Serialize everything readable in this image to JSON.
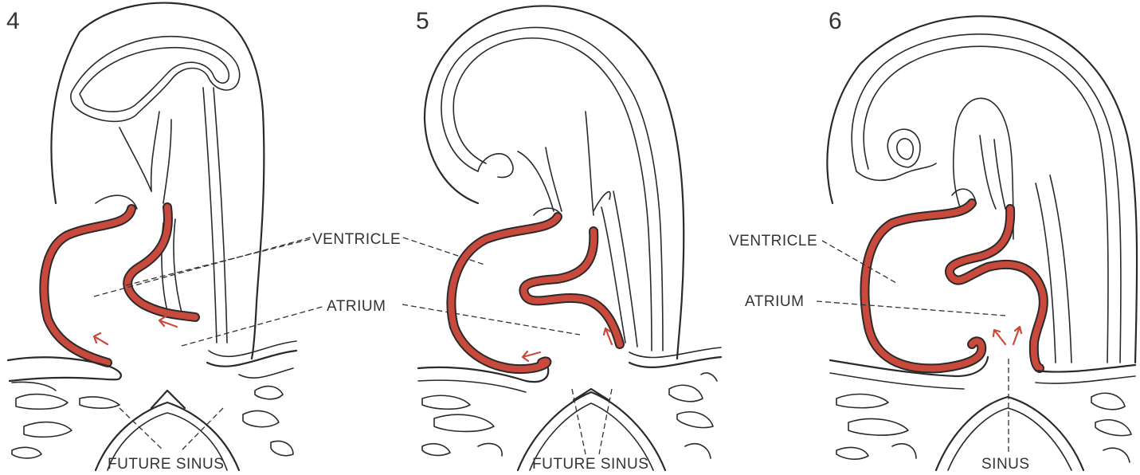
{
  "colors": {
    "heart": "#c94a3c",
    "ink": "#2a2a2a"
  },
  "panels": [
    {
      "number": "4",
      "labels": {
        "ventricle": "VENTRICLE",
        "atrium": "ATRIUM",
        "sinus": "FUTURE SINUS"
      }
    },
    {
      "number": "5",
      "labels": {
        "sinus": "FUTURE SINUS"
      }
    },
    {
      "number": "6",
      "labels": {
        "ventricle": "VENTRICLE",
        "atrium": "ATRIUM",
        "sinus": "SINUS"
      }
    }
  ]
}
